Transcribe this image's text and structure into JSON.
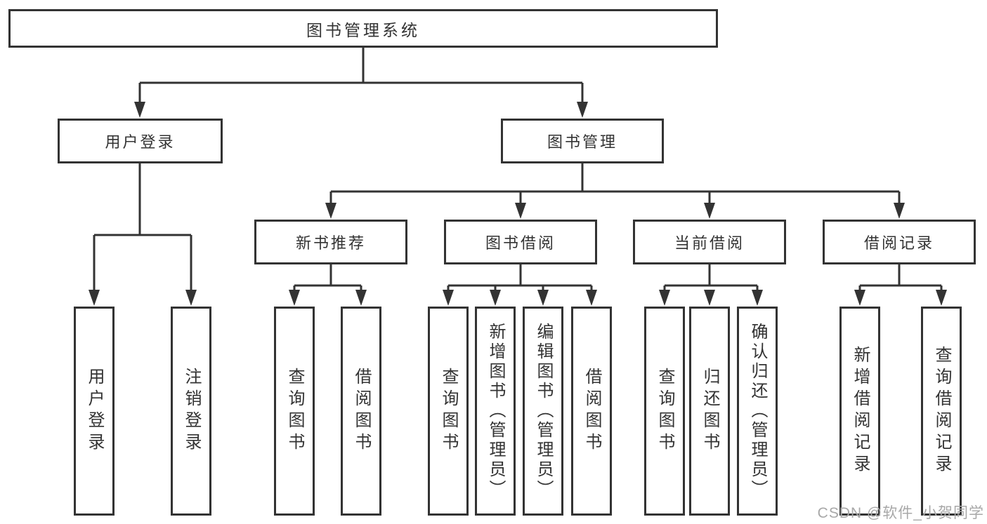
{
  "tree": {
    "root": {
      "label": "图书管理系统",
      "children": [
        {
          "label": "用户登录",
          "children": [
            {
              "label": "用户登录"
            },
            {
              "label": "注销登录"
            }
          ]
        },
        {
          "label": "图书管理",
          "children": [
            {
              "label": "新书推荐",
              "children": [
                {
                  "label": "查询图书"
                },
                {
                  "label": "借阅图书"
                }
              ]
            },
            {
              "label": "图书借阅",
              "children": [
                {
                  "label": "查询图书"
                },
                {
                  "label": "新增图书（管理员）"
                },
                {
                  "label": "编辑图书（管理员）"
                },
                {
                  "label": "借阅图书"
                }
              ]
            },
            {
              "label": "当前借阅",
              "children": [
                {
                  "label": "查询图书"
                },
                {
                  "label": "归还图书"
                },
                {
                  "label": "确认归还（管理员）"
                }
              ]
            },
            {
              "label": "借阅记录",
              "children": [
                {
                  "label": "新增借阅记录"
                },
                {
                  "label": "查询借阅记录"
                }
              ]
            }
          ]
        }
      ]
    }
  },
  "watermark": "CSDN @软件_小贺同学",
  "colors": {
    "line": "#333333",
    "text": "#333333",
    "watermark": "#a8a8a8",
    "background": "#ffffff"
  }
}
